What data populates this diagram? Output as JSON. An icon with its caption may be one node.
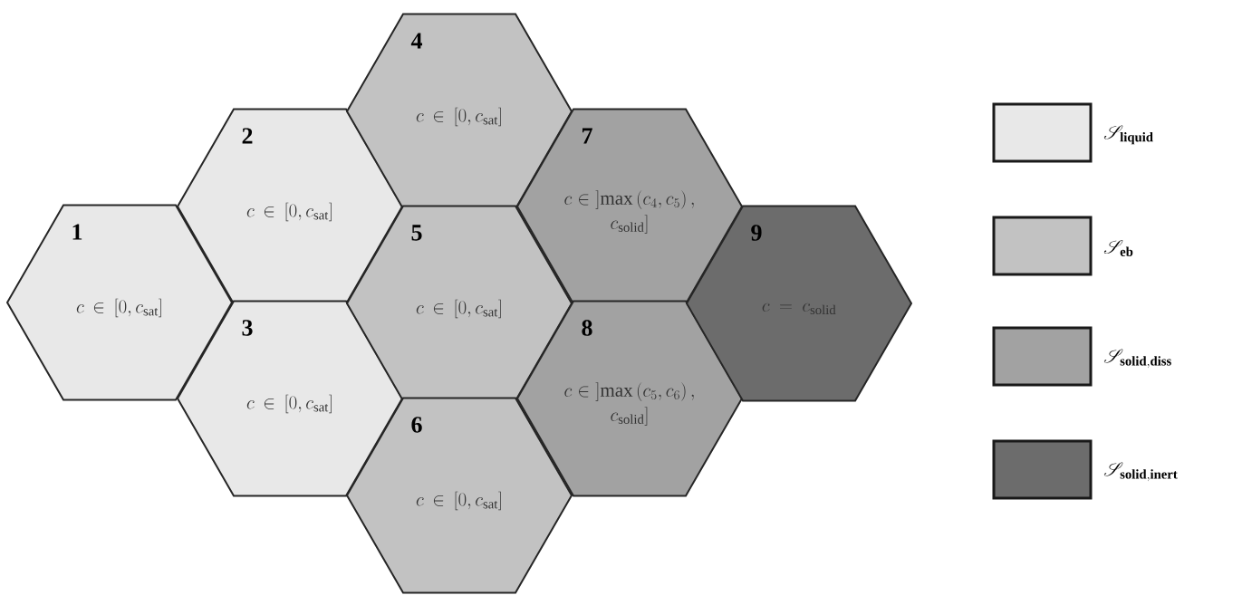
{
  "diagram": {
    "nodes": [
      {
        "text": [
          "1",
          "c \\in [0, c_{\\mathrm{sat}}]"
        ]
      },
      {
        "text": [
          "2",
          "c \\in [0, c_{\\mathrm{sat}}]"
        ]
      },
      {
        "text": [
          "3",
          "c \\in [0, c_{\\mathrm{sat}}]"
        ]
      },
      {
        "text": [
          "4",
          "c \\in [0, c_{\\mathrm{sat}}]"
        ]
      },
      {
        "text": [
          "5",
          "c \\in [0, c_{\\mathrm{sat}}]"
        ]
      },
      {
        "text": [
          "6",
          "c \\in [0, c_{\\mathrm{sat}}]"
        ]
      },
      {
        "text": [
          "7",
          "c \\in \\mathopen{]}\\max\\left(c_4, c_5\\right),\\allowbreak c_{\\mathrm{solid}}]"
        ]
      },
      {
        "text": [
          "8",
          "c \\in \\mathopen{]}\\max\\left(c_5, c_6\\right),\\allowbreak c_{\\mathrm{solid}}]"
        ]
      },
      {
        "text": [
          "9",
          "c = c_{\\mathrm{solid}}"
        ]
      }
    ],
    "legend": [
      {
        "text": "\\mathscr{S}_{\\mathbf{liquid}}",
        "color": "#e8e8e8"
      },
      {
        "text": "\\mathscr{S}_{\\mathbf{eb}}",
        "color": "#c2c2c2"
      },
      {
        "text": "\\mathscr{S}_{\\mathbf{solid,diss}}",
        "color": "#a2a2a2"
      },
      {
        "text": "\\mathscr{S}_{\\mathbf{solid,inert}}",
        "color": "#6c6c6c"
      }
    ]
  }
}
